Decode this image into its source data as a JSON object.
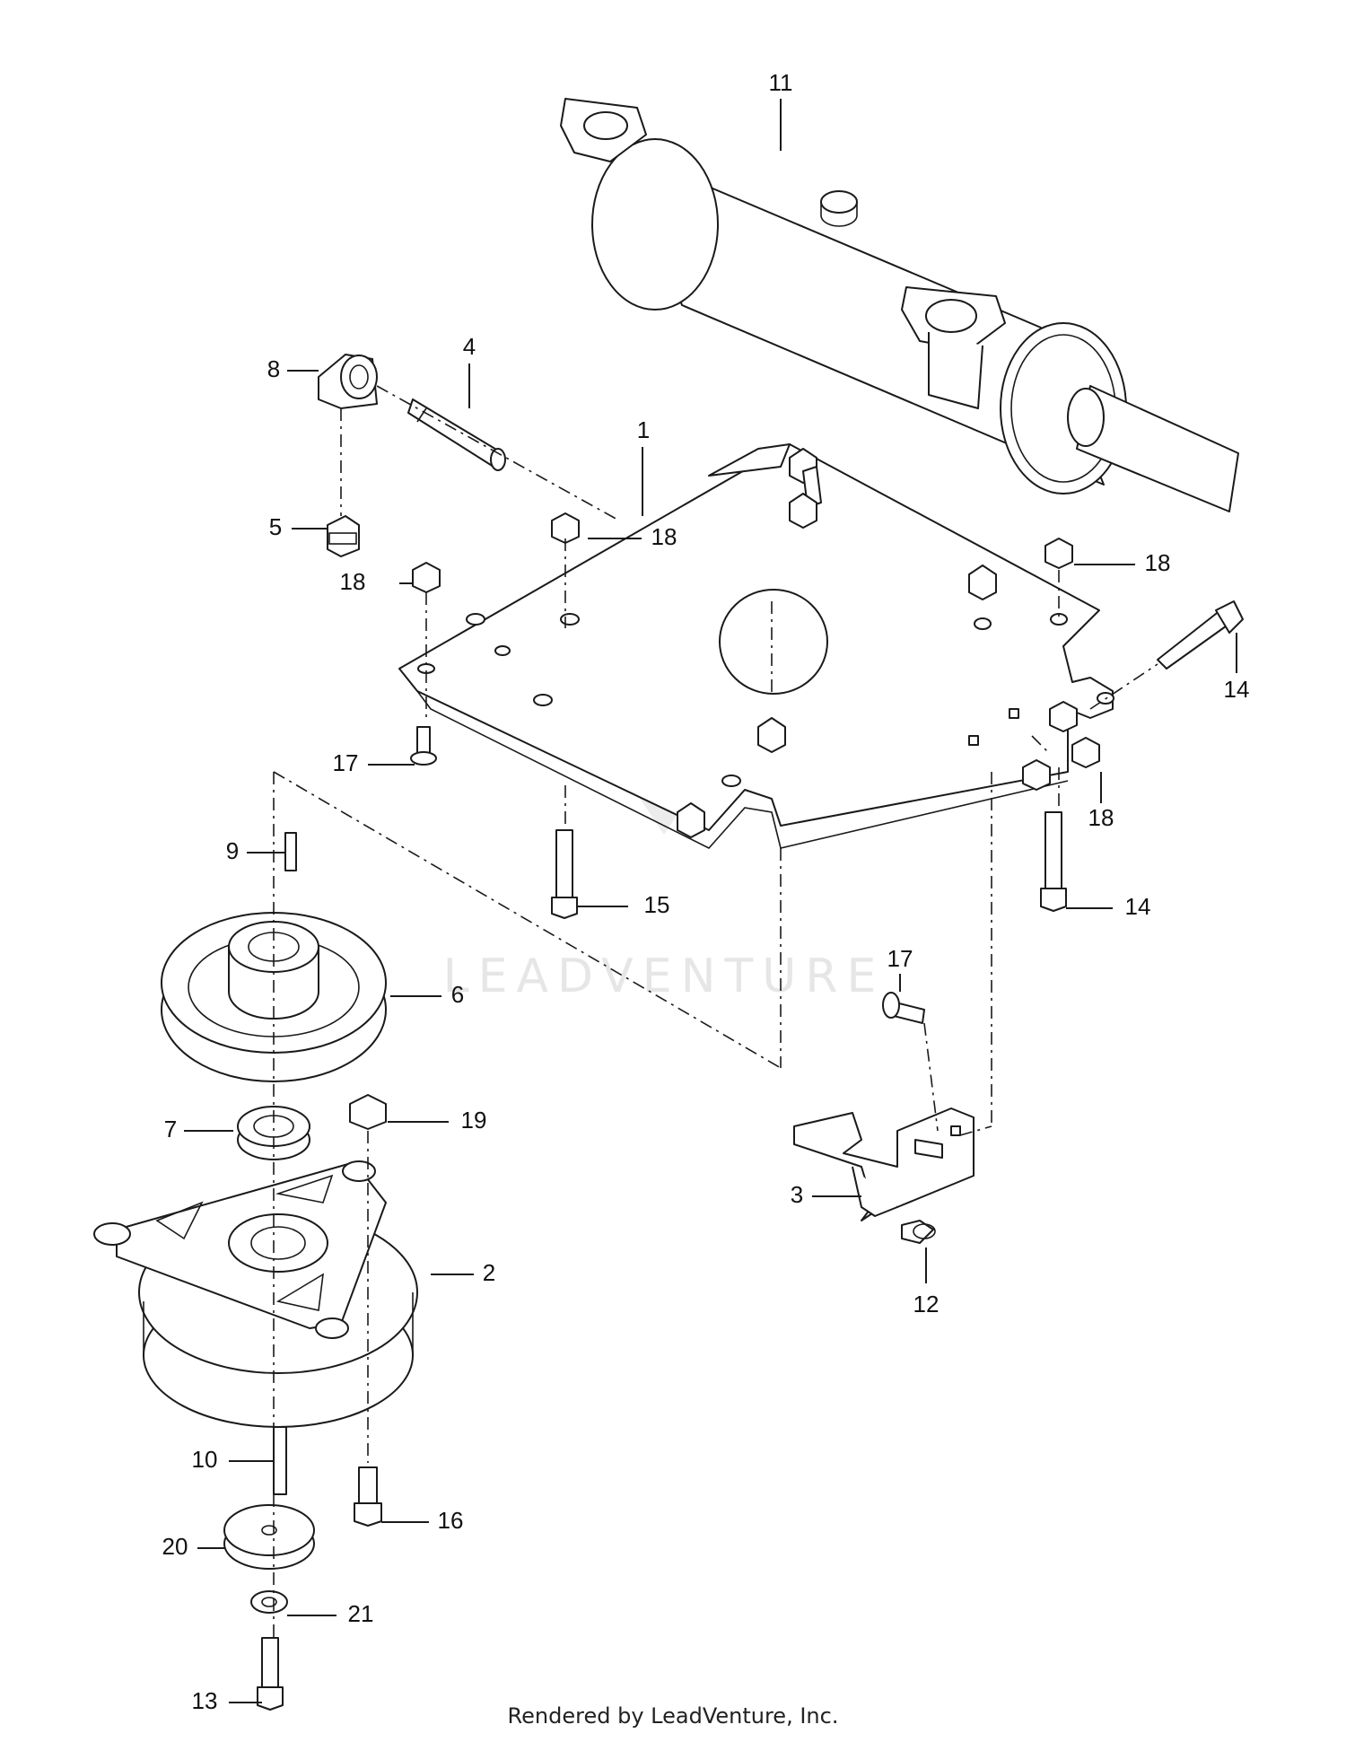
{
  "watermark": "LEADVENTURE",
  "footer": "Rendered by LeadVenture, Inc.",
  "callouts": [
    "1",
    "2",
    "3",
    "4",
    "5",
    "6",
    "7",
    "8",
    "9",
    "10",
    "11",
    "12",
    "13",
    "14",
    "14",
    "15",
    "16",
    "17",
    "17",
    "18",
    "18",
    "18",
    "18",
    "19",
    "20",
    "21"
  ],
  "colors": {
    "line": "#1a1a1a",
    "background": "#ffffff",
    "watermark": "#e6e6e6"
  }
}
